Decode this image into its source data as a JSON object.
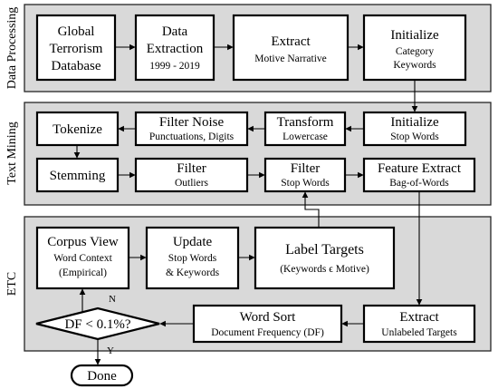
{
  "sections": {
    "data_processing": "Data Processing",
    "text_mining": "Text Mining",
    "etc": "ETC"
  },
  "nodes": {
    "gtd": [
      "Global",
      "Terrorism",
      "Database"
    ],
    "data_extraction": {
      "title": "Data",
      "title2": "Extraction",
      "sub": "1999 - 2019"
    },
    "extract_motive": {
      "title": "Extract",
      "sub": "Motive Narrative"
    },
    "init_category": {
      "title": "Initialize",
      "sub": "Category",
      "sub2": "Keywords"
    },
    "tokenize": {
      "title": "Tokenize"
    },
    "filter_noise": {
      "title": "Filter Noise",
      "sub": "Punctuations, Digits"
    },
    "transform": {
      "title": "Transform",
      "sub": "Lowercase"
    },
    "init_stop": {
      "title": "Initialize",
      "sub": "Stop Words"
    },
    "stemming": {
      "title": "Stemming"
    },
    "filter_outliers": {
      "title": "Filter",
      "sub": "Outliers"
    },
    "filter_stop": {
      "title": "Filter",
      "sub": "Stop Words"
    },
    "feature_extract": {
      "title": "Feature Extract",
      "sub": "Bag-of-Words"
    },
    "corpus_view": {
      "title": "Corpus View",
      "sub": "Word Context",
      "sub2": "(Empirical)"
    },
    "update": {
      "title": "Update",
      "sub": "Stop Words",
      "sub2": "& Keywords"
    },
    "label_targets": {
      "title": "Label Targets",
      "sub": "(Keywords ϵ Motive)"
    },
    "decision": {
      "title": "DF < 0.1%?"
    },
    "word_sort": {
      "title": "Word Sort",
      "sub": "Document Frequency (DF)"
    },
    "extract_unlabeled": {
      "title": "Extract",
      "sub": "Unlabeled Targets"
    },
    "done": {
      "title": "Done"
    }
  },
  "edge_labels": {
    "no": "N",
    "yes": "Y"
  },
  "colors": {
    "panel_fill": "#d9d9d9",
    "box_fill": "#ffffff",
    "stroke": "#000000"
  }
}
